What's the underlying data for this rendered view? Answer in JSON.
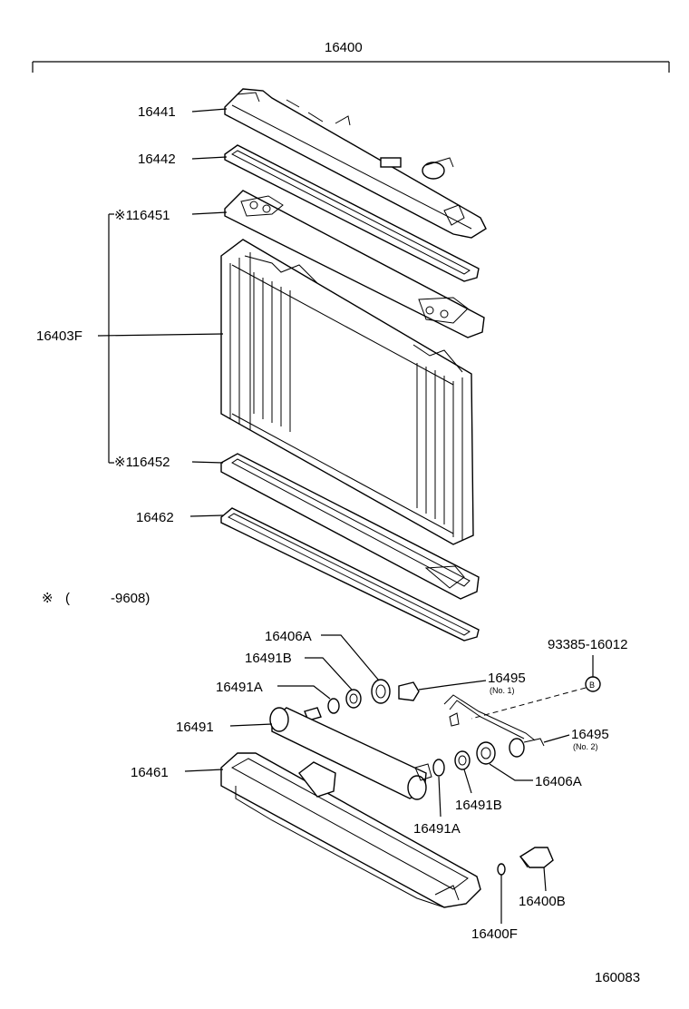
{
  "diagram": {
    "assembly_number": "16400",
    "drawing_number": "160083",
    "note_symbol": "※",
    "note_open": "(",
    "note_text": "-9608)",
    "callouts": {
      "p16441": "16441",
      "p16442": "16442",
      "p116451": "※116451",
      "p16403F": "16403F",
      "p116452": "※116452",
      "p16462": "16462",
      "p16406A_top": "16406A",
      "p16491B_top": "16491B",
      "p16491A_top": "16491A",
      "p16491": "16491",
      "p16461": "16461",
      "p93385": "93385-16012",
      "p16495_1": "16495",
      "p16495_1_sub": "(No. 1)",
      "p16495_2": "16495",
      "p16495_2_sub": "(No. 2)",
      "p16406A_bot": "16406A",
      "p16491B_bot": "16491B",
      "p16491A_bot": "16491A",
      "p16400B": "16400B",
      "p16400F": "16400F",
      "bolt_symbol": "B"
    }
  }
}
